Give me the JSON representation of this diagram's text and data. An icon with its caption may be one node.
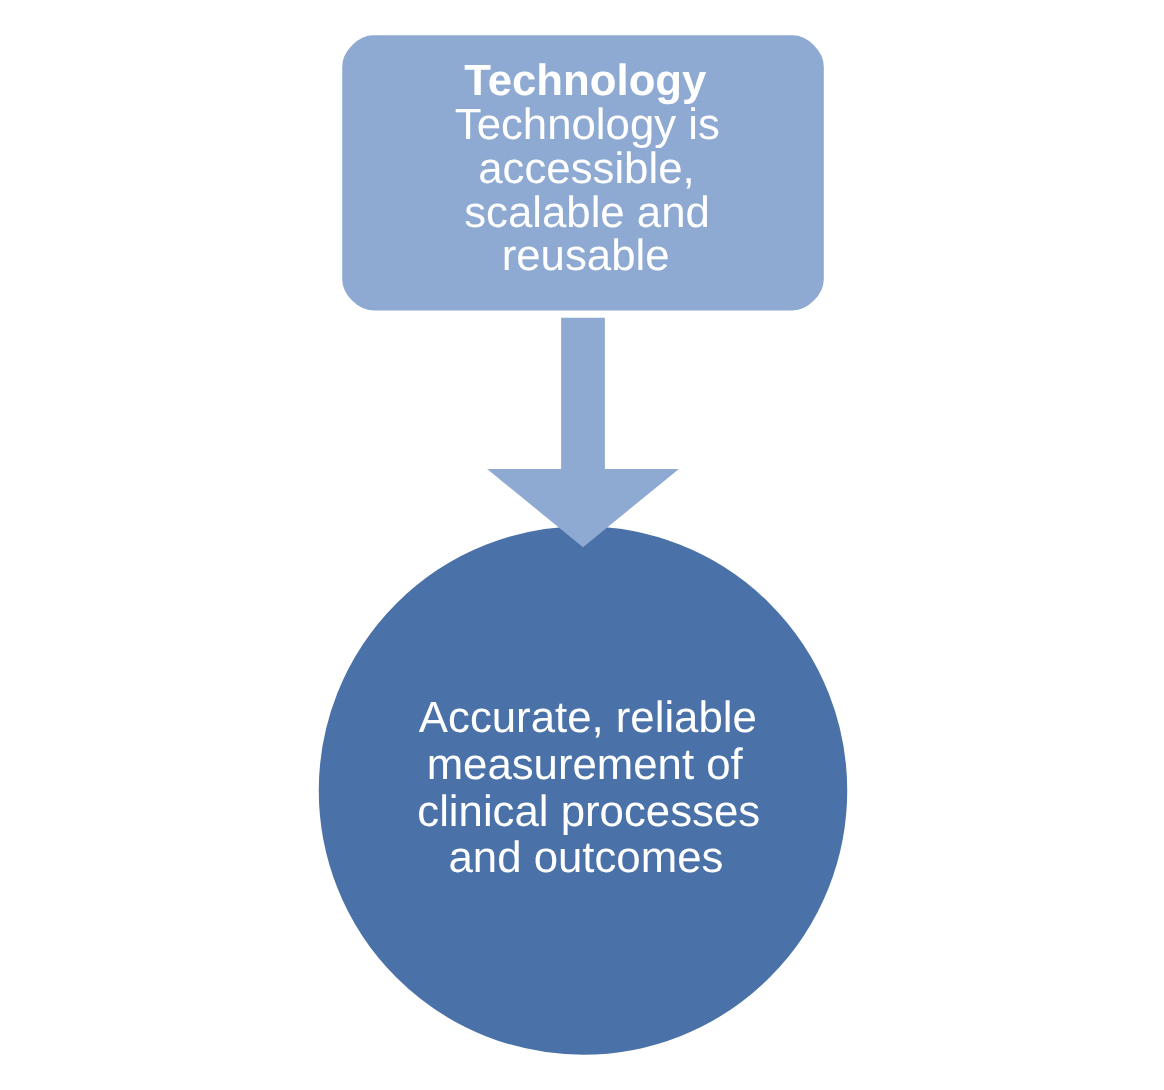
{
  "diagram": {
    "nodes": [
      {
        "text": [
          "Technology",
          "Technology is accessible, scalable and reusable"
        ]
      },
      {
        "text": [
          "Accurate, reliable measurement of clinical processes and outcomes"
        ]
      }
    ],
    "edges": [
      {
        "from": 0,
        "to": 1,
        "arrow": "to"
      }
    ]
  }
}
